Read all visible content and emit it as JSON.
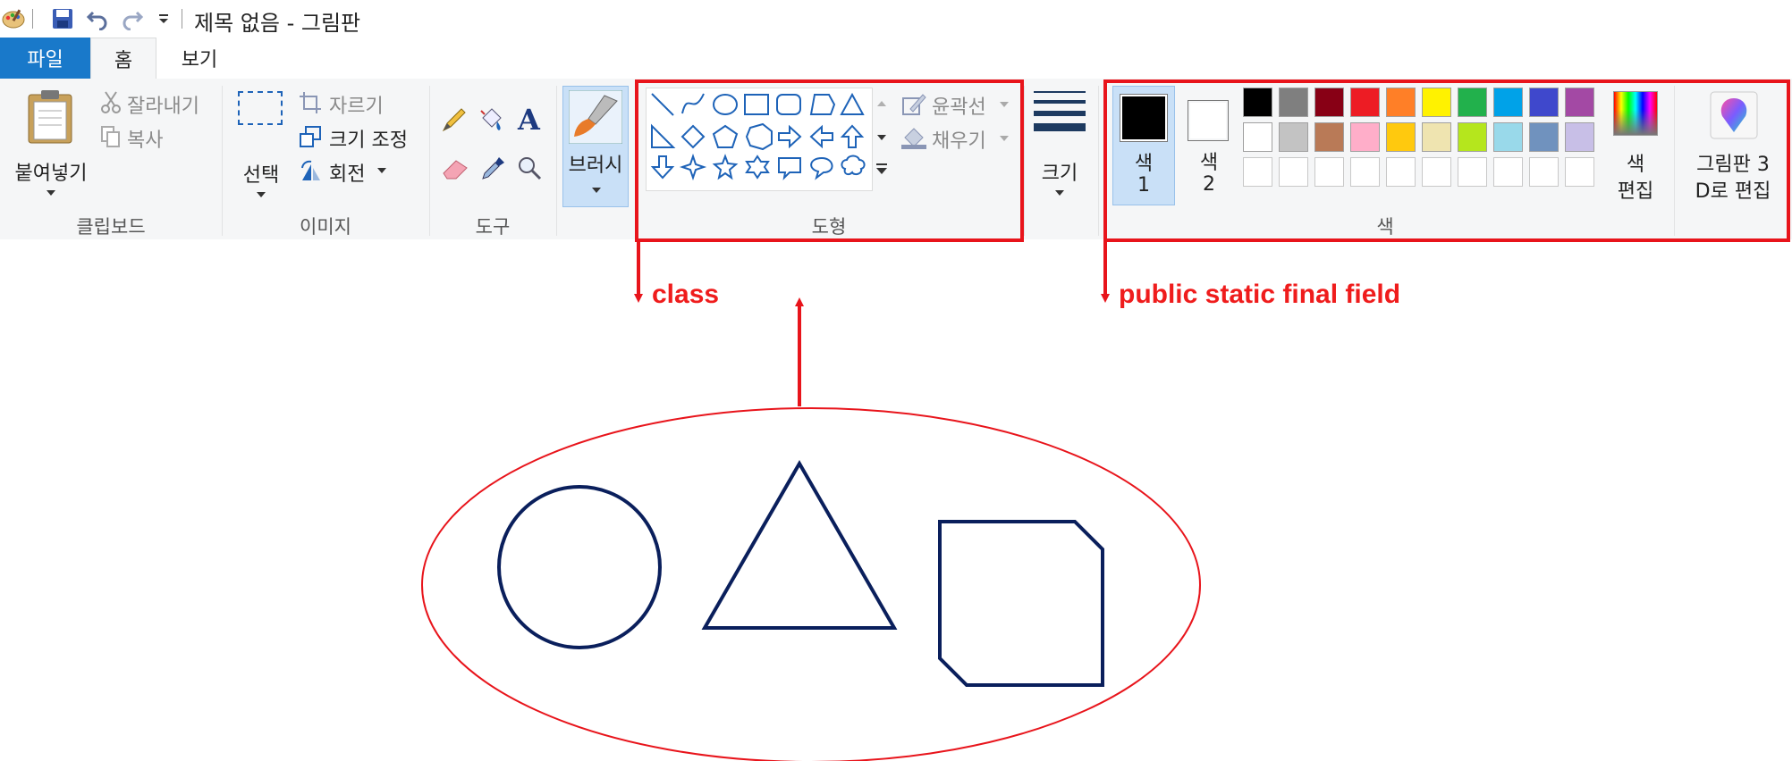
{
  "window": {
    "title": "제목 없음 - 그림판"
  },
  "quick_access": {
    "icons": [
      "paint-app-icon",
      "save-icon",
      "undo-icon",
      "redo-icon",
      "customize-dropdown-icon"
    ]
  },
  "tabs": [
    {
      "label": "파일",
      "active": false
    },
    {
      "label": "홈",
      "active": true
    },
    {
      "label": "보기",
      "active": false
    }
  ],
  "groups": {
    "clipboard": {
      "label": "클립보드",
      "paste": "붙여넣기",
      "cut": "잘라내기",
      "copy": "복사"
    },
    "image": {
      "label": "이미지",
      "select": "선택",
      "crop": "자르기",
      "resize": "크기 조정",
      "rotate": "회전"
    },
    "tools": {
      "label": "도구"
    },
    "brush": {
      "label": "브러시"
    },
    "shapes": {
      "label": "도형",
      "outline": "윤곽선",
      "fill": "채우기"
    },
    "size": {
      "label": "크기"
    },
    "colors": {
      "label": "색",
      "color1_line1": "색",
      "color1_line2": "1",
      "color2_line1": "색",
      "color2_line2": "2",
      "edit_line1": "색",
      "edit_line2": "편집",
      "palette_row1": [
        "#000000",
        "#7f7f7f",
        "#880015",
        "#ed1c24",
        "#ff7f27",
        "#fff200",
        "#22b14c",
        "#00a2e8",
        "#3f48cc",
        "#a349a4"
      ],
      "palette_row2": [
        "#ffffff",
        "#c3c3c3",
        "#b97a57",
        "#ffaec9",
        "#ffc90e",
        "#efe4b0",
        "#b5e61d",
        "#99d9ea",
        "#7092be",
        "#c8bfe7"
      ],
      "color1": "#000000",
      "color2": "#ffffff"
    },
    "paint3d": {
      "line1": "그림판 3",
      "line2": "D로 편집"
    }
  },
  "annotations": {
    "class_label": "class",
    "field_label": "public static final field",
    "accent_color": "#e8141b"
  },
  "drawing": {
    "stroke_color": "#0a1f5c",
    "shapes": [
      "circle",
      "triangle",
      "cut-corner-rectangle"
    ]
  }
}
